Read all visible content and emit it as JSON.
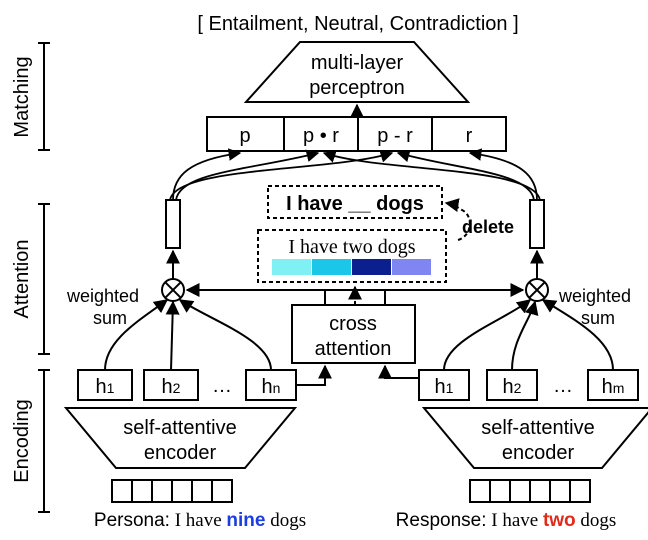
{
  "title": "[ Entailment, Neutral, Contradiction ]",
  "stage_labels": {
    "matching": "Matching",
    "attention": "Attention",
    "encoding": "Encoding"
  },
  "mlp": {
    "line1": "multi-layer",
    "line2": "perceptron"
  },
  "features": [
    "p",
    "p • r",
    "p - r",
    "r"
  ],
  "deleted_phrase": "I have __ dogs",
  "delete_label": "delete",
  "attended_sentence": "I have two dogs",
  "attention_weights": {
    "colors": [
      "#7ff0f4",
      "#1cc6e8",
      "#0b1f8e",
      "#7f86f2"
    ]
  },
  "weighted_sum": {
    "left_line1": "weighted",
    "left_line2": "sum",
    "right_line1": "weighted",
    "right_line2": "sum"
  },
  "operator_symbol": "⊗",
  "cross_attention": {
    "line1": "cross",
    "line2": "attention"
  },
  "persona_states": {
    "h1": "h",
    "h1_sub": "1",
    "h2": "h",
    "h2_sub": "2",
    "dots": "…",
    "hn": "h",
    "hn_sub": "n"
  },
  "response_states": {
    "h1": "h",
    "h1_sub": "1",
    "h2": "h",
    "h2_sub": "2",
    "dots": "…",
    "hm": "h",
    "hm_sub": "m"
  },
  "encoder": {
    "line1": "self-attentive",
    "line2": "encoder"
  },
  "persona_input": {
    "label": "Persona:",
    "prefix": "I have",
    "highlight": "nine",
    "suffix": "dogs",
    "highlight_color": "#1a3ee0"
  },
  "response_input": {
    "label": "Response:",
    "prefix": "I have",
    "highlight": "two",
    "suffix": "dogs",
    "highlight_color": "#e02a1a"
  }
}
